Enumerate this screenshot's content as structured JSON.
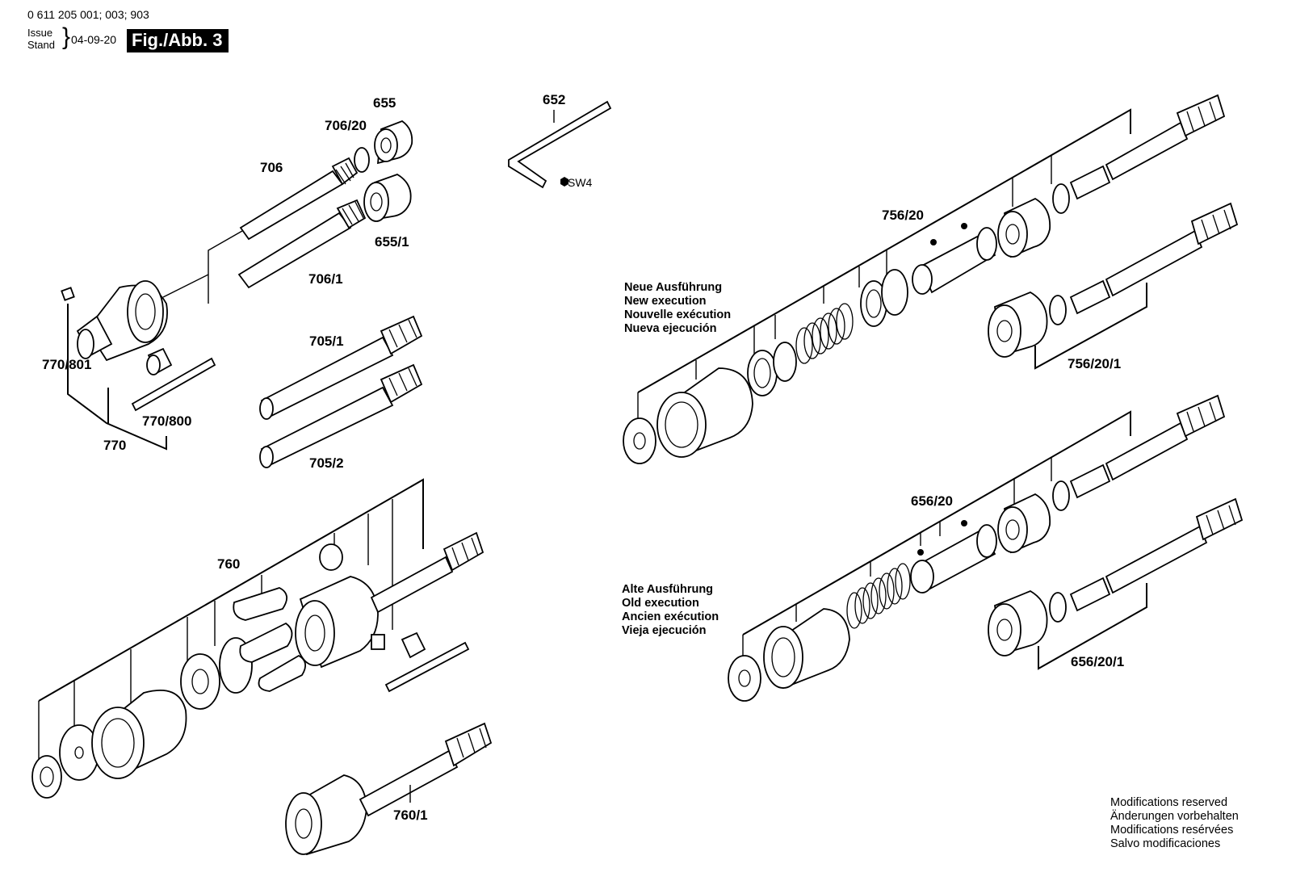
{
  "header": {
    "code": "0 611 205 001; 003; 903",
    "issue_label": "Issue",
    "stand_label": "Stand",
    "date": "04-09-20",
    "figure": "Fig./Abb. 3"
  },
  "labels": {
    "p655": "655",
    "p706_20": "706/20",
    "p706": "706",
    "p655_1": "655/1",
    "p706_1": "706/1",
    "p652": "652",
    "sw4": "SW4",
    "p770_801": "770/801",
    "p770_800": "770/800",
    "p770": "770",
    "p705_1": "705/1",
    "p705_2": "705/2",
    "p760": "760",
    "p760_1": "760/1",
    "p756_20": "756/20",
    "p756_20_1": "756/20/1",
    "p656_20": "656/20",
    "p656_20_1": "656/20/1"
  },
  "legend_new": [
    "Neue Ausführung",
    "New execution",
    "Nouvelle exécution",
    "Nueva ejecución"
  ],
  "legend_old": [
    "Alte Ausführung",
    "Old execution",
    "Ancien exécution",
    "Vieja ejecución"
  ],
  "modifications": [
    "Modifications reserved",
    "Änderungen vorbehalten",
    "Modifications resérvées",
    "Salvo modificaciones"
  ]
}
